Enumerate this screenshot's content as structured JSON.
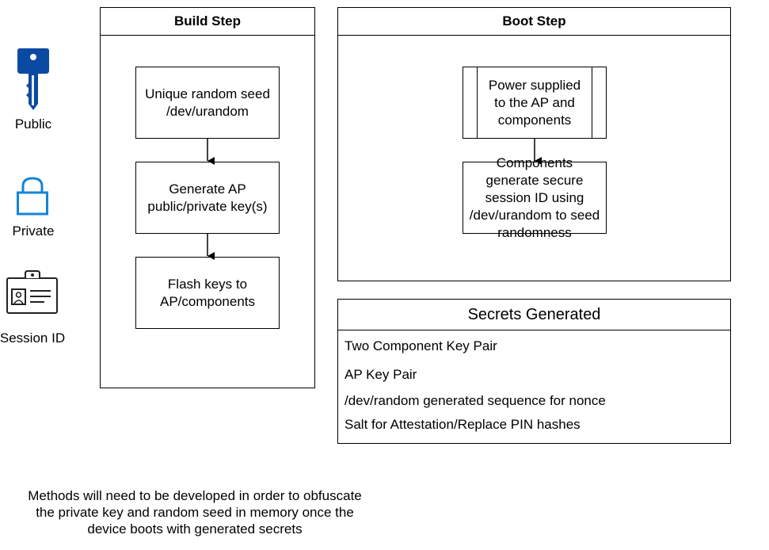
{
  "legend": {
    "public_label": "Public",
    "private_label": "Private",
    "session_label": "Session ID",
    "colors": {
      "public": "#0b4aa2",
      "private": "#1384d8",
      "session": "#222222"
    }
  },
  "build_step": {
    "title": "Build Step",
    "steps": [
      "Unique random seed\n/dev/urandom",
      "Generate AP\npublic/private key(s)",
      "Flash keys to\nAP/components"
    ]
  },
  "boot_step": {
    "title": "Boot Step",
    "steps": [
      "Power supplied\nto the AP and\ncomponents",
      "Components\ngenerate secure\nsession ID using\n/dev/urandom to seed\nrandomness"
    ]
  },
  "secrets": {
    "title": "Secrets Generated",
    "items": [
      "Two Component Key Pair",
      "AP Key Pair",
      "/dev/random generated sequence for nonce",
      "Salt for Attestation/Replace PIN hashes"
    ]
  },
  "note": "Methods will need to be developed in order to obfuscate\nthe private key and random seed in memory once the\ndevice boots with generated secrets"
}
